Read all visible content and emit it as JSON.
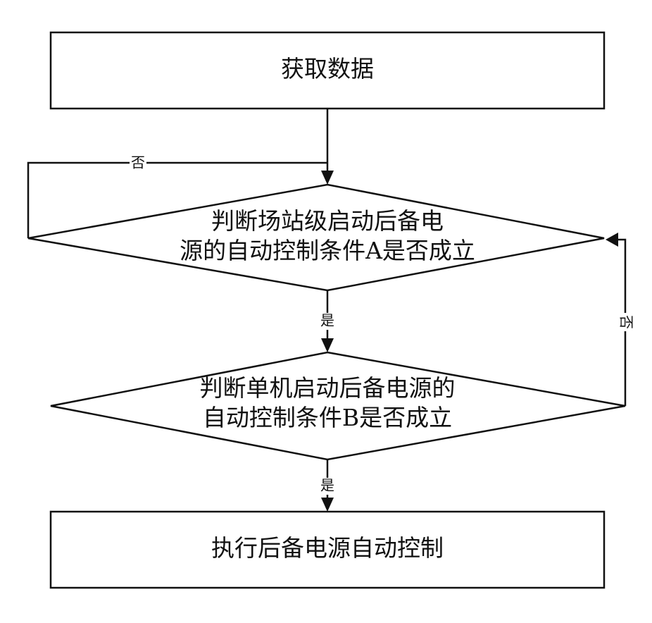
{
  "nodes": {
    "get_data": "获取数据",
    "condition_a": {
      "line1": "判断场站级启动后备电",
      "line2": "源的自动控制条件A是否成立"
    },
    "condition_b": {
      "line1": "判断单机启动后备电源的",
      "line2": "自动控制条件B是否成立"
    },
    "execute": "执行后备电源自动控制"
  },
  "edges": {
    "a_no": "否",
    "a_yes": "是",
    "b_no": "否",
    "b_yes": "是"
  },
  "colors": {
    "stroke": "#111111",
    "fill": "#ffffff"
  }
}
